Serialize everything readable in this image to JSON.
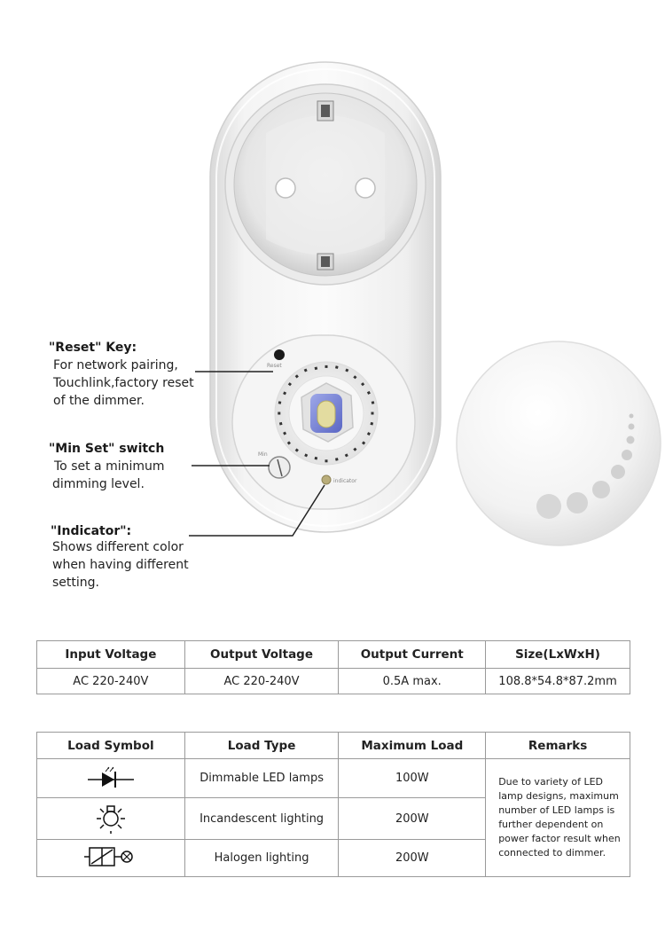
{
  "product": {
    "indicator_label": "Reset",
    "min_label": "Min",
    "led_label": "indicator"
  },
  "callouts": {
    "reset": {
      "title": "\"Reset\" Key:",
      "lines": [
        "For network pairing,",
        "Touchlink,factory reset",
        "of the dimmer."
      ]
    },
    "min_set": {
      "title": "\"Min Set\" switch",
      "lines": [
        "To set a minimum",
        "dimming level."
      ]
    },
    "indicator": {
      "title": "\"Indicator\":",
      "lines": [
        "Shows different color",
        "when having different",
        "setting."
      ]
    }
  },
  "spec_table": {
    "headers": [
      "Input Voltage",
      "Output Voltage",
      "Output Current",
      "Size(LxWxH)"
    ],
    "row": [
      "AC 220-240V",
      "AC 220-240V",
      "0.5A max.",
      "108.8*54.8*87.2mm"
    ]
  },
  "load_table": {
    "headers": [
      "Load Symbol",
      "Load Type",
      "Maximum Load",
      "Remarks"
    ],
    "rows": [
      {
        "symbol": "led-diode-icon",
        "type": "Dimmable LED lamps",
        "max": "100W"
      },
      {
        "symbol": "incandescent-lamp-icon",
        "type": "Incandescent lighting",
        "max": "200W"
      },
      {
        "symbol": "halogen-transformer-icon",
        "type": "Halogen lighting",
        "max": "200W"
      }
    ],
    "remarks": [
      "Due to variety of LED",
      "lamp designs, maximum",
      "number of LED lamps is",
      "further dependent on",
      "power factor result when",
      "connected to dimmer."
    ]
  }
}
